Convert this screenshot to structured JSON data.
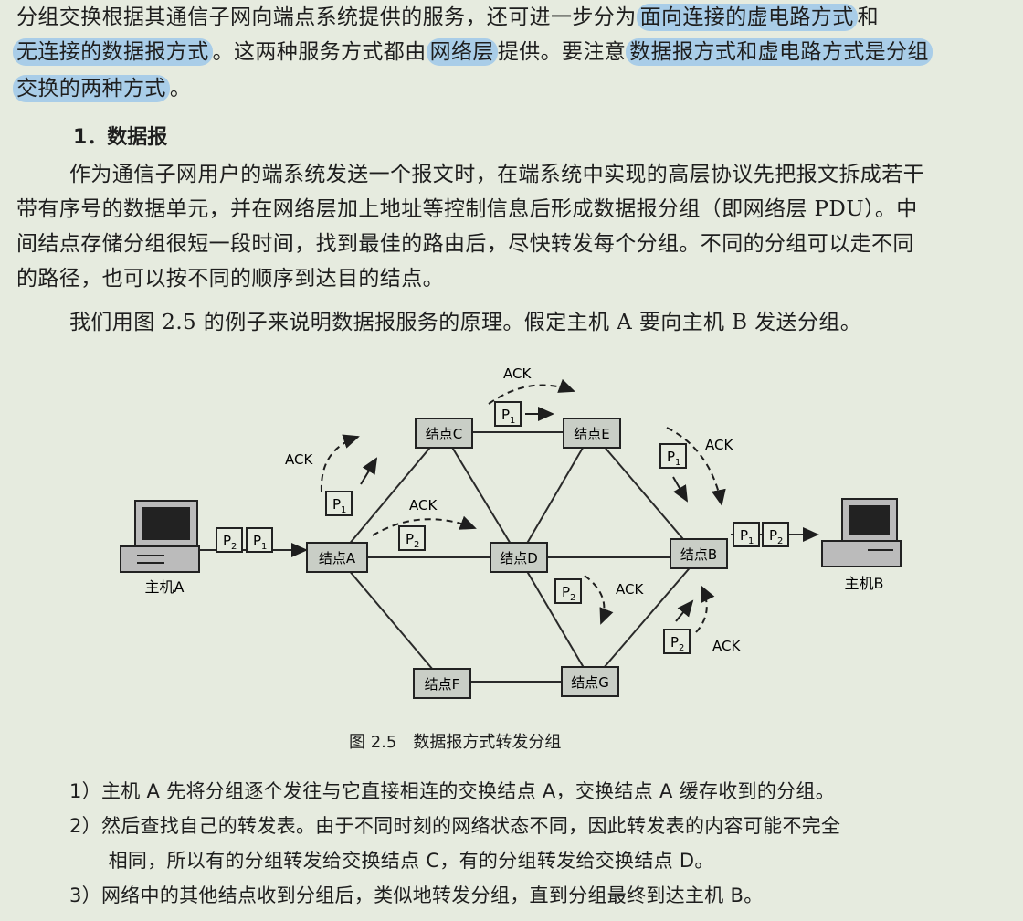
{
  "intro": {
    "l1_a": "分组交换根据其通信子网向端点系统提供的服务，还可进一步分为",
    "l1_hl": "面向连接的虚电路方式",
    "l1_b": "和",
    "l2_hl1": "无连接的数据报方式",
    "l2_a": "。这两种服务方式都由",
    "l2_hl2": "网络层",
    "l2_b": "提供。要注意",
    "l2_hl3": "数据报方式和虚电路方式是分组",
    "l3_hl": "交换的两种方式",
    "l3_a": "。"
  },
  "section": {
    "heading": "1．数据报"
  },
  "body": {
    "p1": [
      "作为通信子网用户的端系统发送一个报文时，在端系统中实现的高层协议先把报文拆成若干",
      "带有序号的数据单元，并在网络层加上地址等控制信息后形成数据报分组（即网络层 PDU）。中",
      "间结点存储分组很短一段时间，找到最佳的路由后，尽快转发每个分组。不同的分组可以走不同",
      "的路径，也可以按不同的顺序到达目的结点。"
    ],
    "p2": "我们用图 2.5 的例子来说明数据报服务的原理。假定主机 A 要向主机 B 发送分组。"
  },
  "figure": {
    "caption": "图 2.5　数据报方式转发分组",
    "nodes": {
      "A": "结点A",
      "B": "结点B",
      "C": "结点C",
      "D": "结点D",
      "E": "结点E",
      "F": "结点F",
      "G": "结点G"
    },
    "host_a": "主机A",
    "host_b": "主机B",
    "ack": "ACK",
    "p_label": "P",
    "sub1": "1",
    "sub2": "2"
  },
  "steps": [
    "1）主机 A 先将分组逐个发往与它直接相连的交换结点 A，交换结点 A 缓存收到的分组。",
    "2）然后查找自己的转发表。由于不同时刻的网络状态不同，因此转发表的内容可能不完全",
    "　　相同，所以有的分组转发给交换结点 C，有的分组转发给交换结点 D。",
    "3）网络中的其他结点收到分组后，类似地转发分组，直到分组最终到达主机 B。"
  ],
  "colors": {
    "highlight": "#a9cde8",
    "node_fill": "#c9cec6",
    "background": "#e6ebdf"
  }
}
